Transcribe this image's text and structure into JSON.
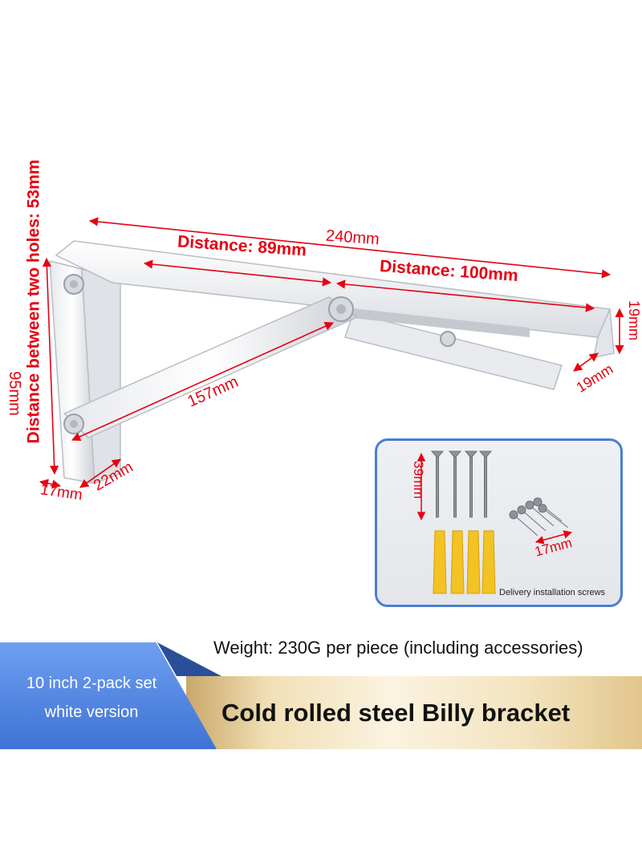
{
  "dimensions": {
    "overall_length": "240mm",
    "distance_89": "Distance: 89mm",
    "distance_100": "Distance: 100mm",
    "diagonal_brace": "157mm",
    "holes_distance": "Distance between two holes: 53mm",
    "vertical_height": "95mm",
    "width_17": "17mm",
    "width_22": "22mm",
    "end_height_19": "19mm",
    "end_width_19": "19mm"
  },
  "accessories": {
    "screw_length": "39mm",
    "small_screw_length": "17mm",
    "caption": "Delivery installation screws"
  },
  "weight_text": "Weight: 230G per piece (including accessories)",
  "banner": {
    "pack_line1": "10 inch 2-pack set",
    "pack_line2": "white version",
    "title": "Cold rolled steel Billy bracket"
  },
  "colors": {
    "dimension": "#e60012",
    "inset_border": "#4a7ed6",
    "banner_blue": "#3e73d6",
    "banner_gold": "#f1dfb5",
    "bracket": "#f4f5f7"
  }
}
